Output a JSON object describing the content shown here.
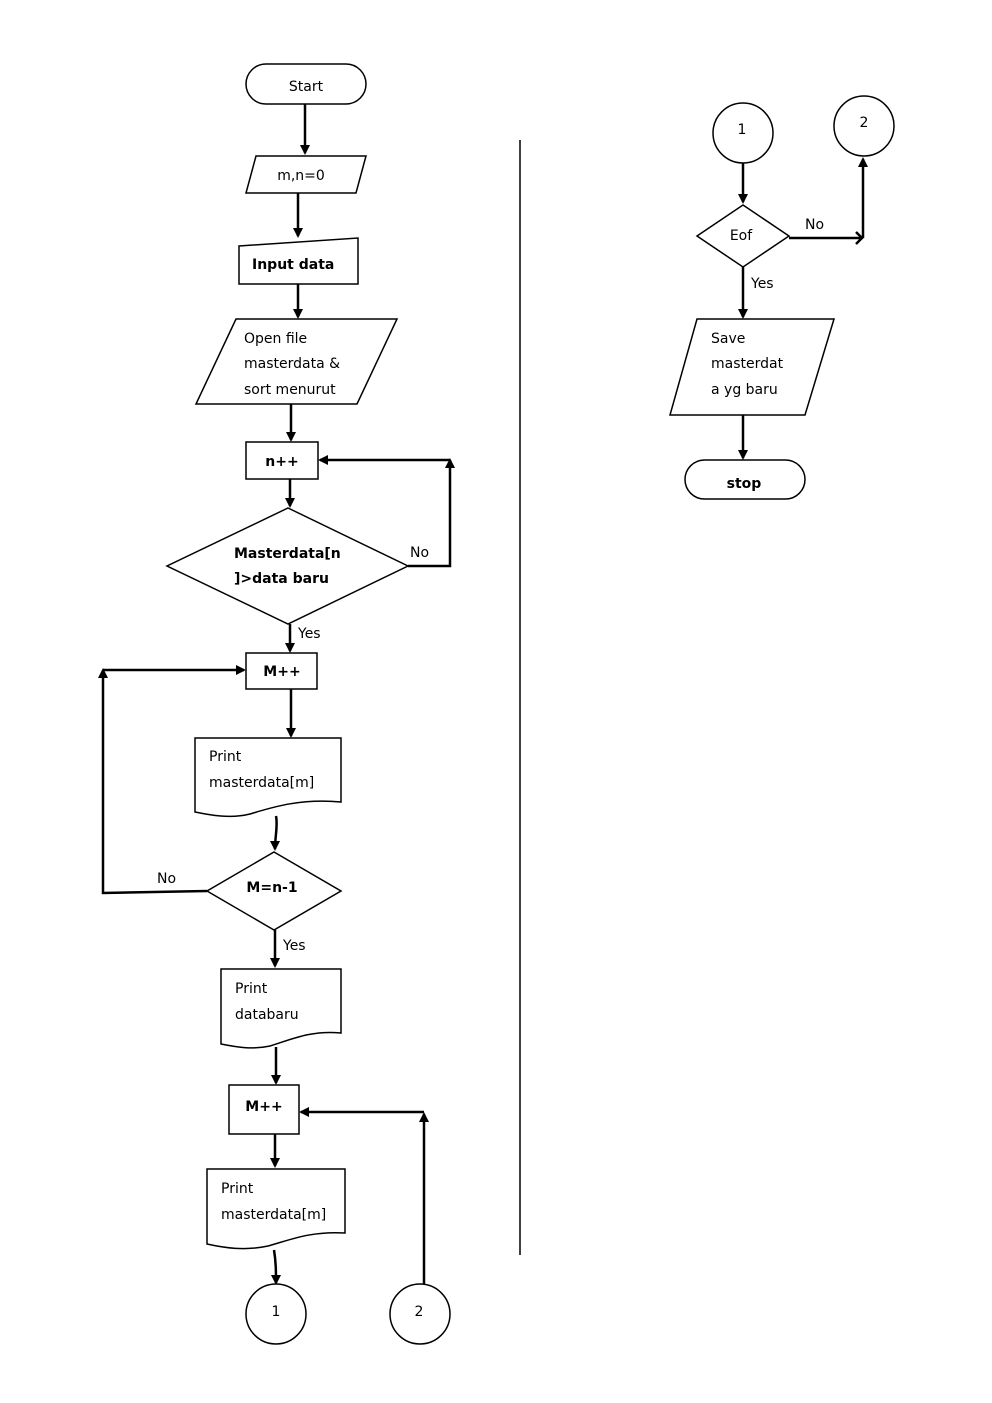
{
  "diagram": {
    "nodes": {
      "start": "Start",
      "init": "m,n=0",
      "input": "Input data",
      "open_file": [
        "Open file",
        "masterdata &",
        "sort menurut"
      ],
      "n_inc": "n++",
      "compare": [
        "Masterdata[n",
        "]>data baru"
      ],
      "m_inc_1": "M++",
      "print_master_1": [
        "Print",
        "masterdata[m]"
      ],
      "m_check": "M=n-1",
      "print_databaru": [
        "Print",
        "databaru"
      ],
      "m_inc_2": "M++",
      "print_master_2": [
        "Print",
        "masterdata[m]"
      ],
      "conn_1_out": "1",
      "conn_2_in": "2",
      "conn_1_in": "1",
      "conn_2_out": "2",
      "eof": "Eof",
      "save": [
        "Save",
        "masterdat",
        "a yg baru"
      ],
      "stop": "stop"
    },
    "edges": {
      "compare_no": "No",
      "compare_yes": "Yes",
      "m_check_no": "No",
      "m_check_yes": "Yes",
      "eof_no": "No",
      "eof_yes": "Yes"
    }
  }
}
